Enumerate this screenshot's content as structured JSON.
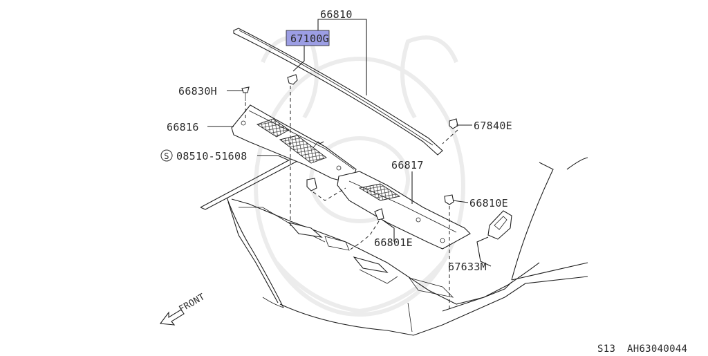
{
  "diagram": {
    "callouts": [
      {
        "id": "66810",
        "text": "66810"
      },
      {
        "id": "67100G",
        "text": "67100G",
        "highlighted": true,
        "highlight_color": "#9c9ee4"
      },
      {
        "id": "66830H",
        "text": "66830H"
      },
      {
        "id": "66816",
        "text": "66816"
      },
      {
        "id": "08510-51608",
        "text": "08510-51608",
        "prefix_symbol": "S"
      },
      {
        "id": "67840E",
        "text": "67840E"
      },
      {
        "id": "66817",
        "text": "66817"
      },
      {
        "id": "66810E",
        "text": "66810E"
      },
      {
        "id": "66801E",
        "text": "66801E"
      },
      {
        "id": "67633M",
        "text": "67633M"
      }
    ],
    "front_label": "FRONT",
    "footer": {
      "model": "S13",
      "ref_code": "AH63040044"
    }
  },
  "colors": {
    "line": "#1f1f1f",
    "highlight": "#9c9ee4",
    "watermark": "#ececec"
  }
}
